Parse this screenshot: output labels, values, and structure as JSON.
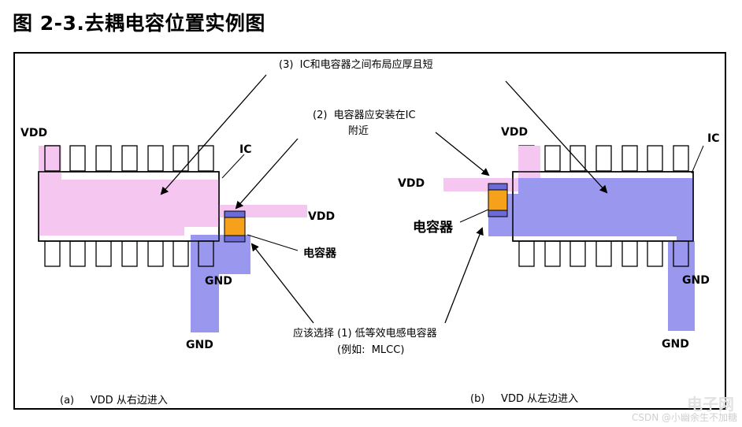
{
  "title": "图 2-3.去耦电容位置实例图",
  "annotations": {
    "note3": "(3)  IC和电容器之间布局应厚且短",
    "note2_line1": "(2)  电容器应安装在IC",
    "note2_line2": "附近",
    "note1_line1": "应该选择 (1) 低等效电感电容器",
    "note1_line2": "(例如:  MLCC)"
  },
  "left_diagram": {
    "vdd_top": "VDD",
    "ic": "IC",
    "vdd_right": "VDD",
    "capacitor": "电容器",
    "gnd_upper": "GND",
    "gnd_lower": "GND",
    "caption": "(a)     VDD 从右边进入"
  },
  "right_diagram": {
    "vdd_top": "VDD",
    "ic": "IC",
    "vdd_left": "VDD",
    "capacitor": "电容器",
    "gnd_upper": "GND",
    "gnd_lower": "GND",
    "caption": "(b)     VDD 从左边进入"
  },
  "watermark": "CSDN @小幽余生不加糖",
  "logo": "电子网",
  "colors": {
    "vdd_trace": "#f5c6f0",
    "gnd_trace": "#9a98ee",
    "capacitor_body": "#f5a11c",
    "capacitor_terminal": "#6a6ad8"
  }
}
